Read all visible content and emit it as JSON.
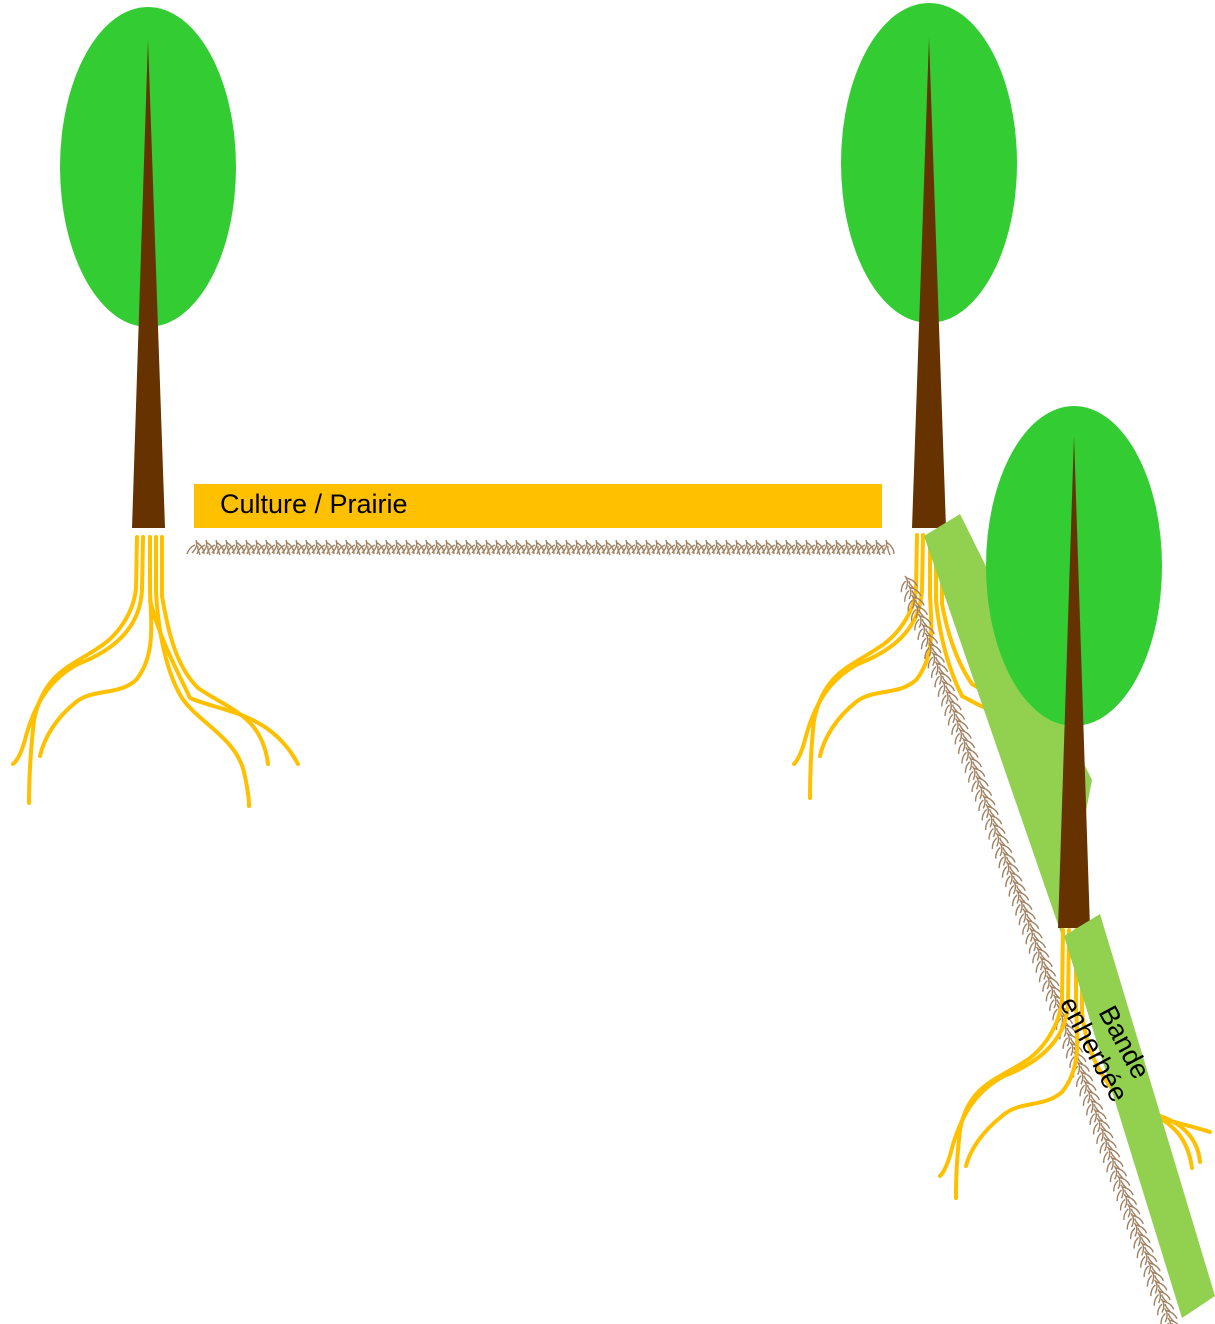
{
  "labels": {
    "crop_band": "Culture / Prairie",
    "grass_strip_line1": "Bande",
    "grass_strip_line2": "enherbée"
  },
  "colors": {
    "foliage": "#33cc33",
    "trunk": "#663300",
    "tree_root": "#ffc000",
    "crop_band": "#ffc000",
    "fine_root": "#a08060",
    "grass_strip": "#92d050",
    "text": "#000000"
  },
  "icons": [
    "tree",
    "tree-roots",
    "crop-band",
    "fine-roots",
    "grass-strip"
  ]
}
